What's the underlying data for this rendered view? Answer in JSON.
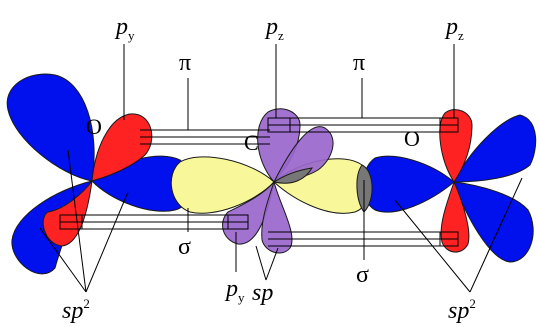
{
  "colors": {
    "sp2_lobe": "#0011ee",
    "p_orbital_O": "#ff2222",
    "p_orbital_C": "#9966cc",
    "sp_lobe": "#f8f89a",
    "overlap": "#777777"
  },
  "labels": {
    "py_left": {
      "base": "p",
      "sub": "y"
    },
    "pz_center": {
      "base": "p",
      "sub": "z"
    },
    "pz_right": {
      "base": "p",
      "sub": "z"
    },
    "py_bottom": {
      "base": "p",
      "sub": "y"
    },
    "pi_left": "π",
    "pi_right": "π",
    "sigma_left": "σ",
    "sigma_right": "σ",
    "sp2_left": {
      "base": "sp",
      "sup": "2"
    },
    "sp_center": "sp",
    "sp2_right": {
      "base": "sp",
      "sup": "2"
    },
    "atom_O_left": "O",
    "atom_C": "C",
    "atom_O_right": "O"
  }
}
